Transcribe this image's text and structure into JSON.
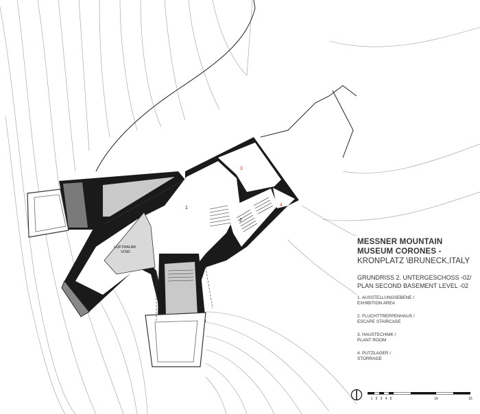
{
  "title": "MESSNER MOUNTAIN MUSEUM CORONES -",
  "subtitle": "KRONPLATZ \\BRUNECK,ITALY",
  "sheet_title": "GRUNDRISS 2. UNTERGESCHOSS -02/ PLAN SECOND BASEMENT LEVEL -02",
  "legend": [
    {
      "line1": "1. AUSSTELLUNGSEBENE /",
      "line2": "EXHIBITION AREA"
    },
    {
      "line1": "2. FLUCHTTREPPENHAUS /",
      "line2": "ESCAPE STAIRCASE"
    },
    {
      "line1": "3. HAUSTECHNIK /",
      "line2": "PLANT ROOM"
    },
    {
      "line1": "4. PUTZLAGER /",
      "line2": "STORRAGE"
    }
  ],
  "room_numbers": [
    "1",
    "2",
    "3",
    "4"
  ],
  "void_label": "LUFTRAUM/ VOID",
  "scale_ticks": [
    "1",
    "2",
    "3",
    "4",
    "5",
    "10",
    "15"
  ],
  "colors": {
    "ink": "#111111",
    "wall": "#1a1a1a",
    "floor_grey": "#c9c9c9",
    "contour": "#9a9a9a",
    "room_number": "#c0392b"
  }
}
